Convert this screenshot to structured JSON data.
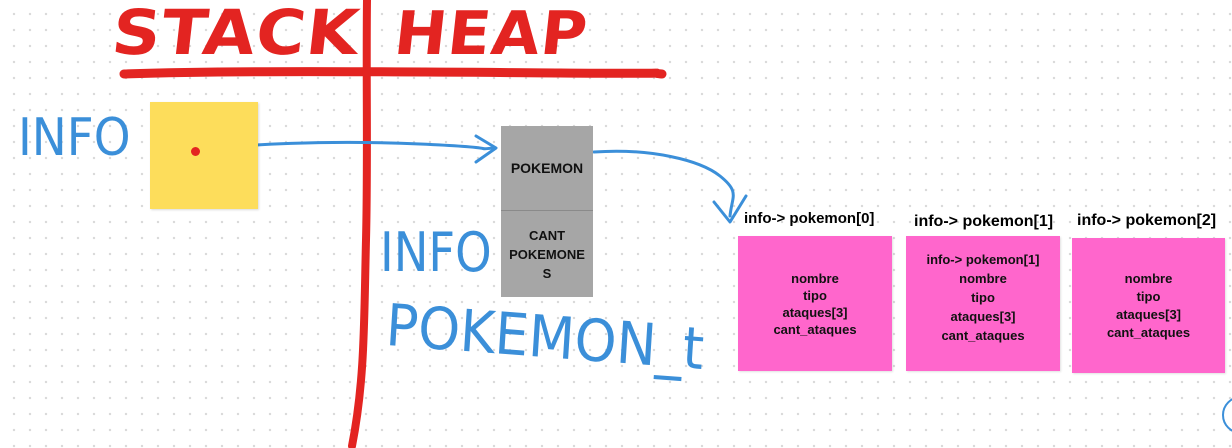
{
  "titles": {
    "stack": "STACK",
    "heap": "HEAP"
  },
  "handwritten": {
    "info_stack": "INFO",
    "info_heap": "INFO",
    "info_pokemon": "POKEMON_t"
  },
  "struct": {
    "field_pokemon": "POKEMON",
    "field_cant_line1": "CANT",
    "field_cant_line2": "POKEMONE",
    "field_cant_line3": "S"
  },
  "array": {
    "labels": [
      "info-> pokemon[0]",
      "info-> pokemon[1]",
      "info-> pokemon[2]"
    ],
    "element_0": [
      "nombre",
      "tipo",
      "ataques[3]",
      "cant_ataques"
    ],
    "element_1": [
      "info-> pokemon[1]",
      "nombre",
      "tipo",
      "ataques[3]",
      "cant_ataques"
    ],
    "element_2": [
      "nombre",
      "tipo",
      "ataques[3]",
      "cant_ataques"
    ]
  },
  "colors": {
    "marker_red": "#e32421",
    "pen_blue": "#3b8fd9",
    "sticky_yellow": "#fddd5b",
    "struct_gray": "#a6a6a6",
    "pink": "#ff66cc"
  }
}
